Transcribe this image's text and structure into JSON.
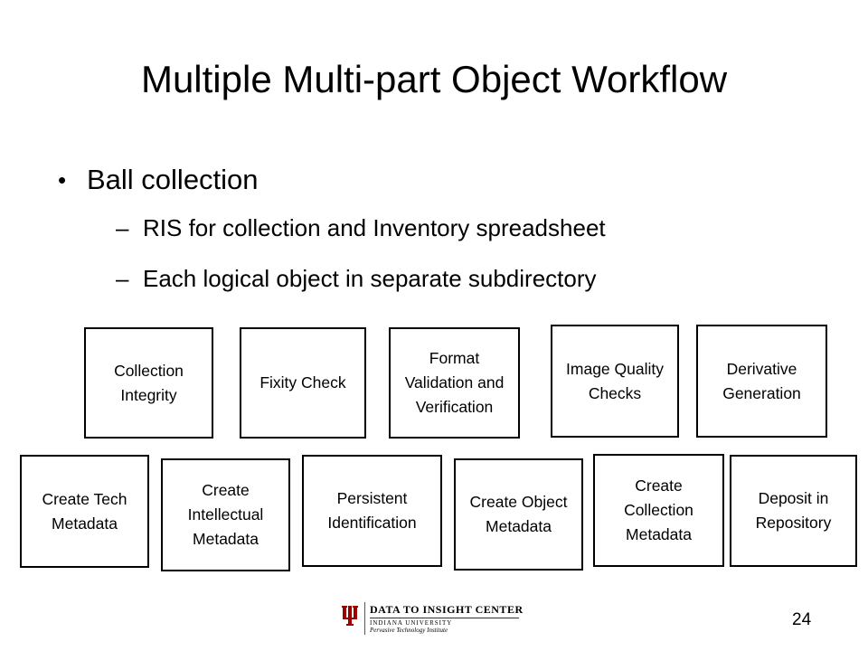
{
  "slide": {
    "title": "Multiple Multi-part Object Workflow",
    "bullet": "Ball collection",
    "sub_bullets": [
      "RIS for collection and Inventory spreadsheet",
      "Each logical object in separate subdirectory"
    ],
    "page_number": "24"
  },
  "diagram": {
    "top_row": [
      "Collection Integrity",
      "Fixity Check",
      "Format Validation and Verification",
      "Image Quality Checks",
      "Derivative Generation"
    ],
    "bottom_row": [
      "Create Tech Metadata",
      "Create Intellectual Metadata",
      "Persistent Identification",
      "Create Object Metadata",
      "Create Collection Metadata",
      "Deposit in Repository"
    ]
  },
  "logo": {
    "line1": "DATA TO INSIGHT CENTER",
    "line2": "INDIANA UNIVERSITY",
    "line3": "Pervasive Technology Institute",
    "color": "#990000"
  }
}
